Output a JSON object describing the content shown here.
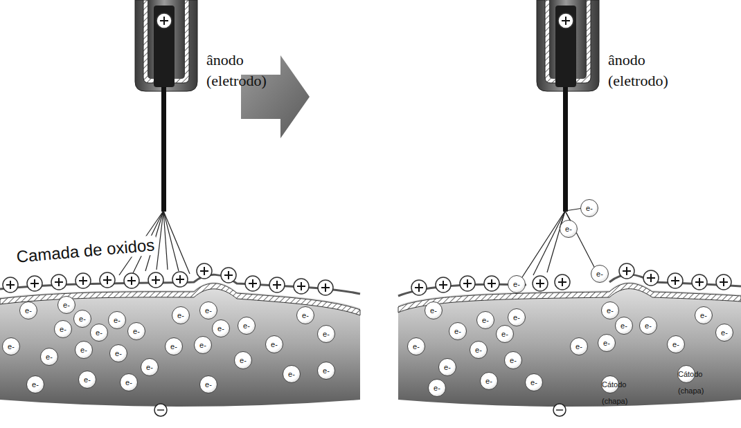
{
  "diagram": {
    "labels": [
      "ânodo (eletrodo)",
      "ânodo (eletrodo)",
      "Camada de oxidos",
      "e-",
      "e-",
      "e-",
      "e-",
      "e-",
      "e-",
      "e-",
      "e-",
      "e-",
      "e-",
      "e-",
      "e-",
      "e-",
      "e-",
      "e-",
      "e-",
      "e-",
      "e-",
      "e-",
      "e-",
      "e-",
      "e-",
      "e-",
      "e-",
      "e-",
      "e-",
      "e-",
      "e-",
      "e-",
      "e-",
      "e-",
      "e-",
      "e-",
      "e-",
      "e-",
      "e-",
      "e-",
      "e-",
      "e-",
      "e-",
      "e-",
      "e-",
      "e-",
      "e-",
      "e-",
      "e-",
      "e-",
      "e-",
      "e-",
      "e-",
      "e-",
      "e-",
      "Cátodo (chapa)",
      "Cátodo (chapa)"
    ]
  }
}
